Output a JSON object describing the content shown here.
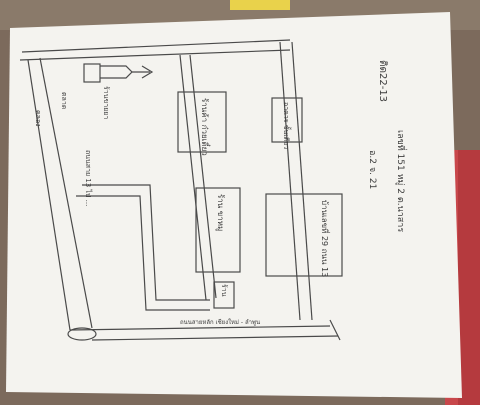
{
  "photo": {
    "subject": "hand-drawn pencil floor plan sketch on white paper",
    "colors": {
      "background_table": "#7c6a5c",
      "paper": "#f4f3ef",
      "pencil": "#4a4a4a",
      "red_folder": "#c8474b",
      "yellow_tape": "#e9d24b"
    },
    "labels": {
      "heading": "ติด22-13",
      "address_line1": "เลขที่ 151 หมู่ 2 ต.นาสาร",
      "address_line2": "อ.2 จ. 21",
      "house": "บ้านเลขที่ 29 ถนน 13",
      "box_top_left": "ร้านค้า ก๋วยเตี๋ยว",
      "box_mid_left": "ร้าน ขาหมู",
      "box_right_small": "อาคาร ชั้นเดียว",
      "box_bottom_small": "ร้าน",
      "left_label_1": "ร้านขายยา",
      "left_label_2": "ตลาด",
      "road_label": "ถนนสาย 13 ไป ...",
      "canal_label": "คลอง",
      "bottom_road": "ถนนสายหลัก เชียงใหม่ - ลำพูน"
    }
  }
}
